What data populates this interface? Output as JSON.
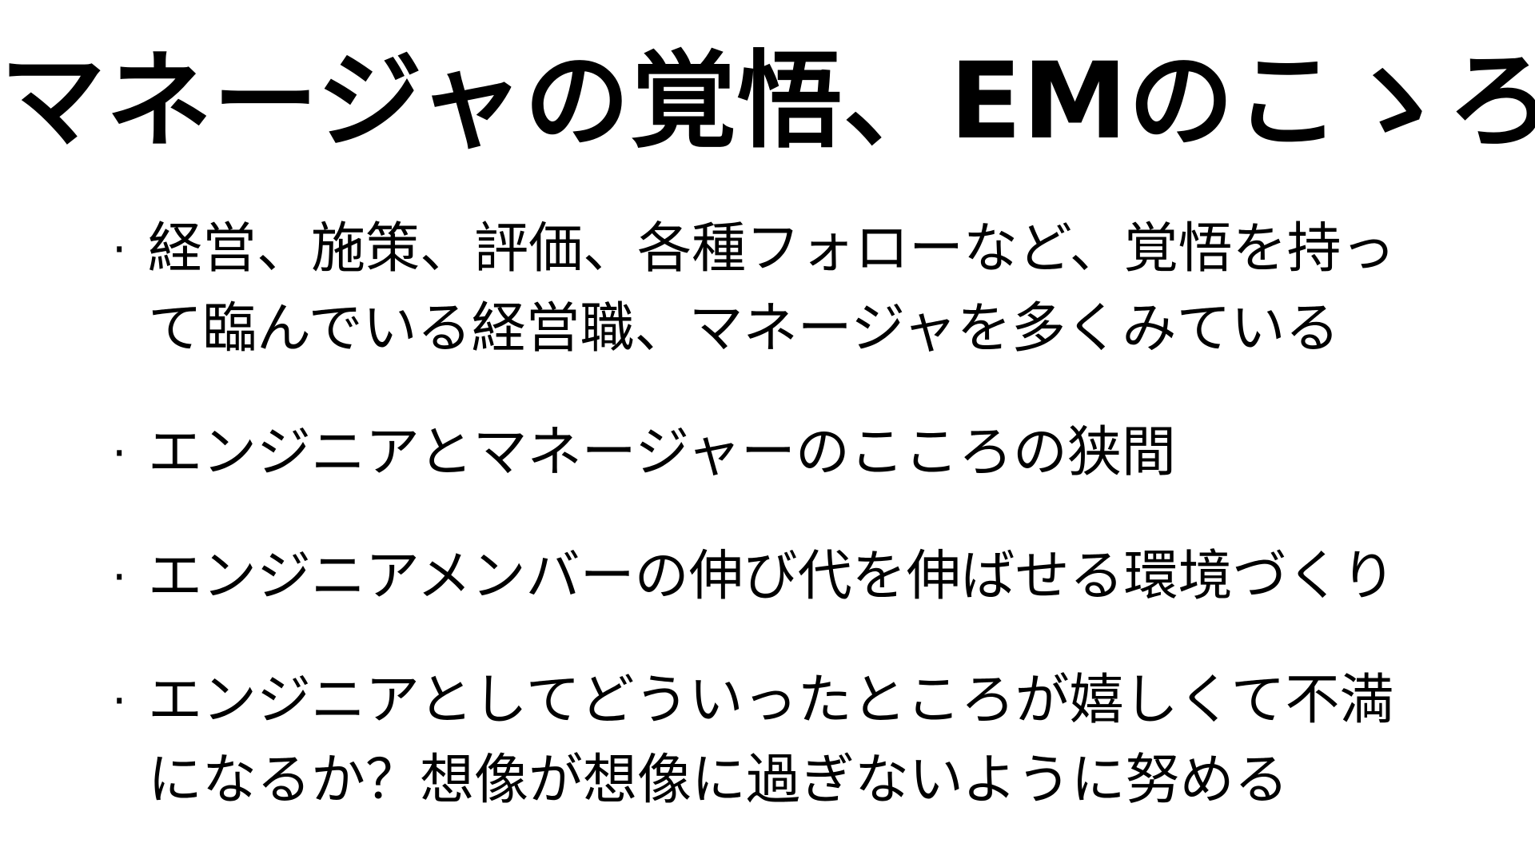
{
  "slide": {
    "title": "マネージャの覚悟、EMのこゝろ",
    "bullet_marker": "·",
    "bullets": [
      {
        "lines": [
          "経営、施策、評価、各種フォローなど、覚悟を持っ",
          "て臨んでいる経営職、マネージャを多くみている"
        ]
      },
      {
        "lines": [
          "エンジニアとマネージャーのこころの狭間"
        ]
      },
      {
        "lines": [
          "エンジニアメンバーの伸び代を伸ばせる環境づくり"
        ]
      },
      {
        "lines": [
          "エンジニアとしてどういったところが嬉しくて不満",
          "になるか？想像が想像に過ぎないように努める"
        ]
      }
    ]
  }
}
